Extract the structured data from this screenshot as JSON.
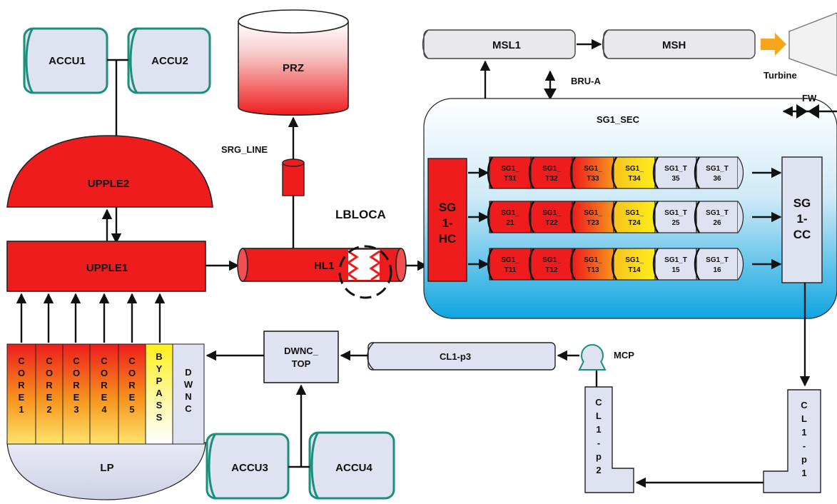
{
  "colors": {
    "red": "#ee1c1c",
    "lavender": "#dfe2f1",
    "accu_stroke": "#1a8f7a",
    "sg_bg_top": "#ffffff",
    "sg_bg_bottom": "#0fa5e0",
    "arrow_orange": "#f7a51c"
  },
  "tanks": {
    "accu1": "ACCU1",
    "accu2": "ACCU2",
    "accu3": "ACCU3",
    "accu4": "ACCU4",
    "prz": "PRZ"
  },
  "vessel": {
    "upple2": "UPPLE2",
    "upple1": "UPPLE1",
    "lp": "LP"
  },
  "core_channels": [
    {
      "text": "CORE1"
    },
    {
      "text": "CORE2"
    },
    {
      "text": "CORE3"
    },
    {
      "text": "CORE4"
    },
    {
      "text": "CORE5"
    },
    {
      "text": "BYPASS"
    },
    {
      "text": "DWNC"
    }
  ],
  "lines": {
    "srg_line": "SRG_LINE",
    "hl1": "HL1",
    "lbloca": "LBLOCA",
    "dwnc_top_1": "DWNC_",
    "dwnc_top_2": "TOP",
    "cl1_p3": "CL1-p3",
    "mcp": "MCP",
    "cl1_p2": "CL1-p2",
    "cl1_p1": "CL1-p1"
  },
  "steam": {
    "msl1": "MSL1",
    "msh": "MSH",
    "turbine": "Turbine",
    "bru_a": "BRU-A",
    "fw": "FW"
  },
  "sg": {
    "sec_label": "SG1_SEC",
    "hc_lines": [
      "SG",
      "1-",
      "HC"
    ],
    "cc_lines": [
      "SG",
      "1-",
      "CC"
    ],
    "tube_rows": [
      [
        {
          "l1": "SG1_",
          "l2": "T31"
        },
        {
          "l1": "SG1_",
          "l2": "T32"
        },
        {
          "l1": "SG1_",
          "l2": "T33"
        },
        {
          "l1": "SG1_",
          "l2": "T34"
        },
        {
          "l1": "SG1_T",
          "l2": "35"
        },
        {
          "l1": "SG1_T",
          "l2": "36"
        }
      ],
      [
        {
          "l1": "SG1_",
          "l2": "21"
        },
        {
          "l1": "SG1_",
          "l2": "T22"
        },
        {
          "l1": "SG1_",
          "l2": "T23"
        },
        {
          "l1": "SG1_",
          "l2": "T24"
        },
        {
          "l1": "SG1_T",
          "l2": "25"
        },
        {
          "l1": "SG1_T",
          "l2": "26"
        }
      ],
      [
        {
          "l1": "SG1_",
          "l2": "T11"
        },
        {
          "l1": "SG1_",
          "l2": "T12"
        },
        {
          "l1": "SG1_",
          "l2": "T13"
        },
        {
          "l1": "SG1_",
          "l2": "T14"
        },
        {
          "l1": "SG1_T",
          "l2": "15"
        },
        {
          "l1": "SG1_T",
          "l2": "16"
        }
      ]
    ]
  }
}
